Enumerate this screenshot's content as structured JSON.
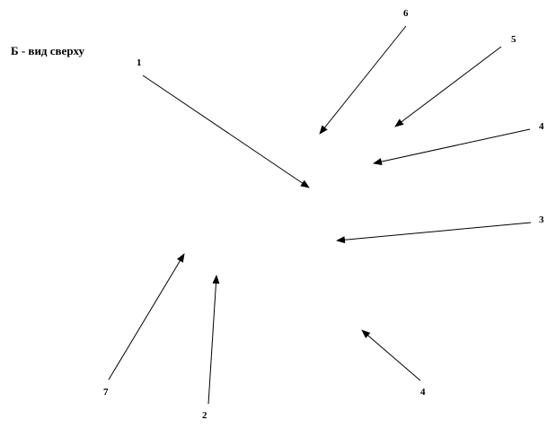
{
  "diagram": {
    "title": "Б - вид сверху",
    "callouts": [
      {
        "id": "c1",
        "label": "1"
      },
      {
        "id": "c6",
        "label": "6"
      },
      {
        "id": "c5",
        "label": "5"
      },
      {
        "id": "c4a",
        "label": "4"
      },
      {
        "id": "c3",
        "label": "3"
      },
      {
        "id": "c4b",
        "label": "4"
      },
      {
        "id": "c7",
        "label": "7"
      },
      {
        "id": "c2",
        "label": "2"
      }
    ]
  }
}
